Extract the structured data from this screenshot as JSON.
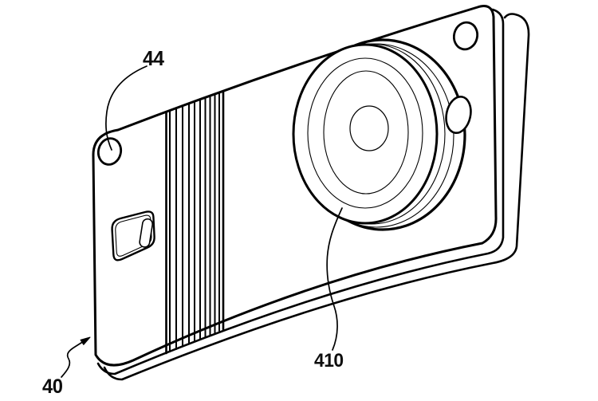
{
  "figure": {
    "background_color": "#ffffff",
    "line_color": "#000000",
    "reference_labels": [
      {
        "text": "44"
      },
      {
        "text": "410"
      },
      {
        "text": "40"
      }
    ]
  }
}
